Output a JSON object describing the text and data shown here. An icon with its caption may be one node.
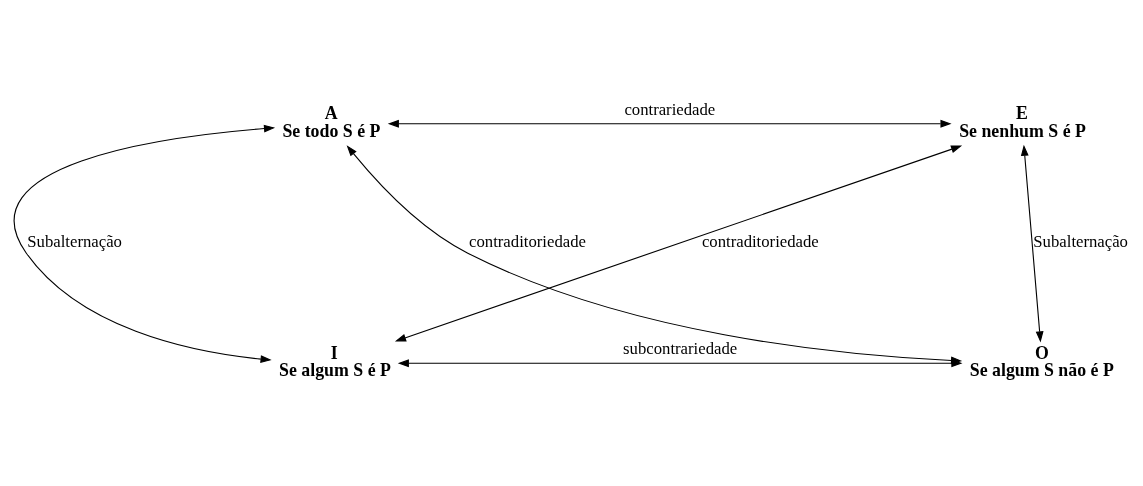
{
  "diagram": {
    "nodes": [
      {
        "text": [
          "A",
          "Se todo S é P"
        ]
      },
      {
        "text": [
          "E",
          "Se nenhum S é P"
        ]
      },
      {
        "text": [
          "I",
          "Se algum S é P"
        ]
      },
      {
        "text": [
          "O",
          "Se algum S não é P"
        ]
      }
    ],
    "edges": [
      {
        "from": 0,
        "to": 1,
        "arrow": "both",
        "label": "contrariedade"
      },
      {
        "from": 0,
        "to": 2,
        "arrow": "both",
        "label": "Subalternação"
      },
      {
        "from": 0,
        "to": 3,
        "arrow": "both",
        "label": "contraditoriedade"
      },
      {
        "from": 1,
        "to": 2,
        "arrow": "both",
        "label": "contraditoriedade"
      },
      {
        "from": 1,
        "to": 3,
        "arrow": "both",
        "label": "Subalternação"
      },
      {
        "from": 2,
        "to": 3,
        "arrow": "both",
        "label": "subcontrariedade"
      }
    ]
  }
}
